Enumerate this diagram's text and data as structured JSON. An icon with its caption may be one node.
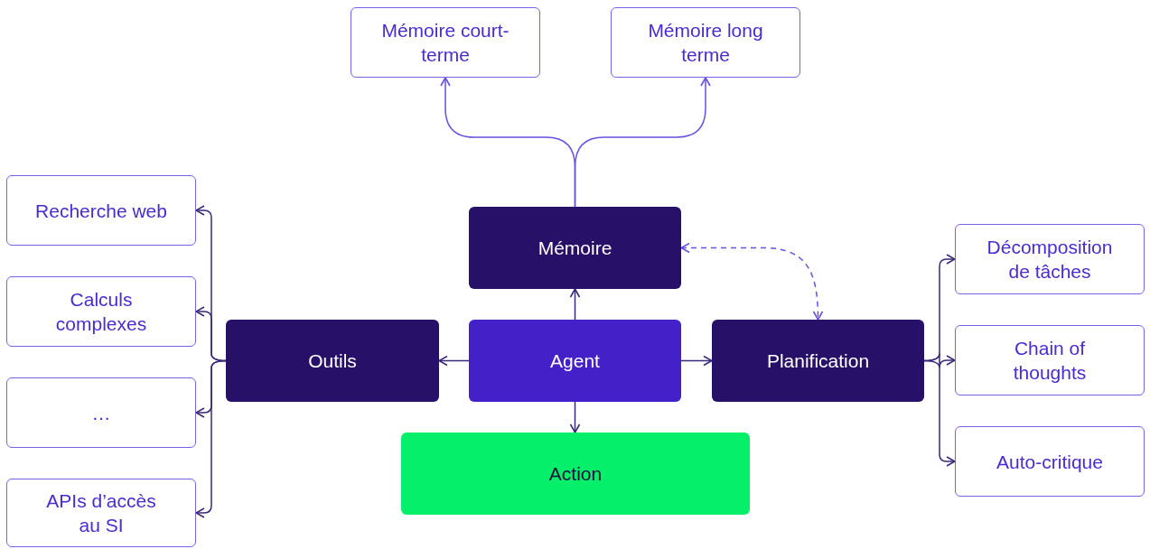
{
  "diagram": {
    "nodes": [
      {
        "text": [
          "Mémoire court-terme"
        ]
      },
      {
        "text": [
          "Mémoire long terme"
        ]
      },
      {
        "text": [
          "Recherche web"
        ]
      },
      {
        "text": [
          "Calculs complexes"
        ]
      },
      {
        "text": [
          "…"
        ]
      },
      {
        "text": [
          "APIs d’accès au SI"
        ]
      },
      {
        "text": [
          "Mémoire"
        ]
      },
      {
        "text": [
          "Outils"
        ]
      },
      {
        "text": [
          "Agent"
        ]
      },
      {
        "text": [
          "Planification"
        ]
      },
      {
        "text": [
          "Décomposition de tâches"
        ]
      },
      {
        "text": [
          "Chain of thoughts"
        ]
      },
      {
        "text": [
          "Auto-critique"
        ]
      },
      {
        "text": [
          "Action"
        ]
      }
    ],
    "edges": [
      {
        "from": 6,
        "to": 0,
        "arrow": "to",
        "color": "#6a4fe0"
      },
      {
        "from": 6,
        "to": 1,
        "arrow": "to",
        "color": "#6a4fe0"
      },
      {
        "from": 8,
        "to": 6,
        "arrow": "to"
      },
      {
        "from": 8,
        "to": 7,
        "arrow": "to"
      },
      {
        "from": 8,
        "to": 9,
        "arrow": "to"
      },
      {
        "from": 8,
        "to": 13,
        "arrow": "to"
      },
      {
        "from": 6,
        "to": 9,
        "arrow": "both",
        "style": "dashed",
        "color": "#6a4fe0"
      },
      {
        "from": 7,
        "to": 2,
        "arrow": "to"
      },
      {
        "from": 7,
        "to": 3,
        "arrow": "to"
      },
      {
        "from": 7,
        "to": 4,
        "arrow": "to"
      },
      {
        "from": 7,
        "to": 5,
        "arrow": "to"
      },
      {
        "from": 9,
        "to": 10,
        "arrow": "to"
      },
      {
        "from": 9,
        "to": 11,
        "arrow": "to"
      },
      {
        "from": 9,
        "to": 12,
        "arrow": "to"
      }
    ]
  }
}
